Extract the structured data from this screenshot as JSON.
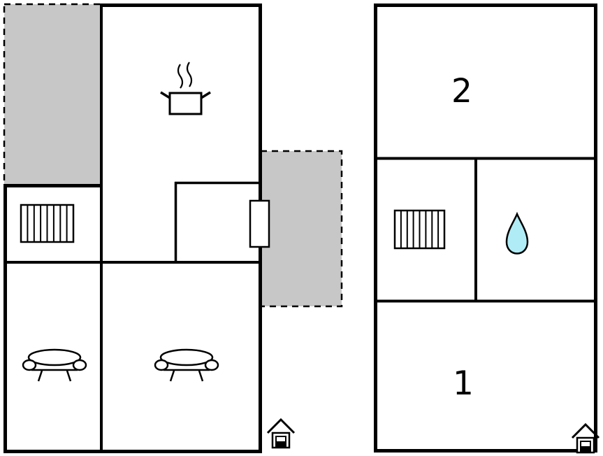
{
  "colors": {
    "background": "#ffffff",
    "wall": "#000000",
    "terrace": "#c7c7c7",
    "water_drop": "#b0ecf5",
    "icon_fill": "#ffffff"
  },
  "labels": {
    "room_1": "1",
    "room_2": "2"
  },
  "icons": {
    "stove": "cooking-pot-icon",
    "stairs_left_unit": "stairs-icon",
    "stairs_right_unit": "stairs-icon",
    "sofa_1": "sofa-icon",
    "sofa_2": "sofa-icon",
    "bathroom": "water-drop-icon",
    "entrance_left_unit": "house-entrance-icon",
    "entrance_right_unit": "house-entrance-icon"
  },
  "areas": {
    "left_unit": {
      "terraces": [
        "terrace-top-left",
        "terrace-right-side"
      ],
      "door": "door-opening"
    },
    "right_unit": {
      "room_top_label": "2",
      "room_bottom_label": "1"
    }
  }
}
